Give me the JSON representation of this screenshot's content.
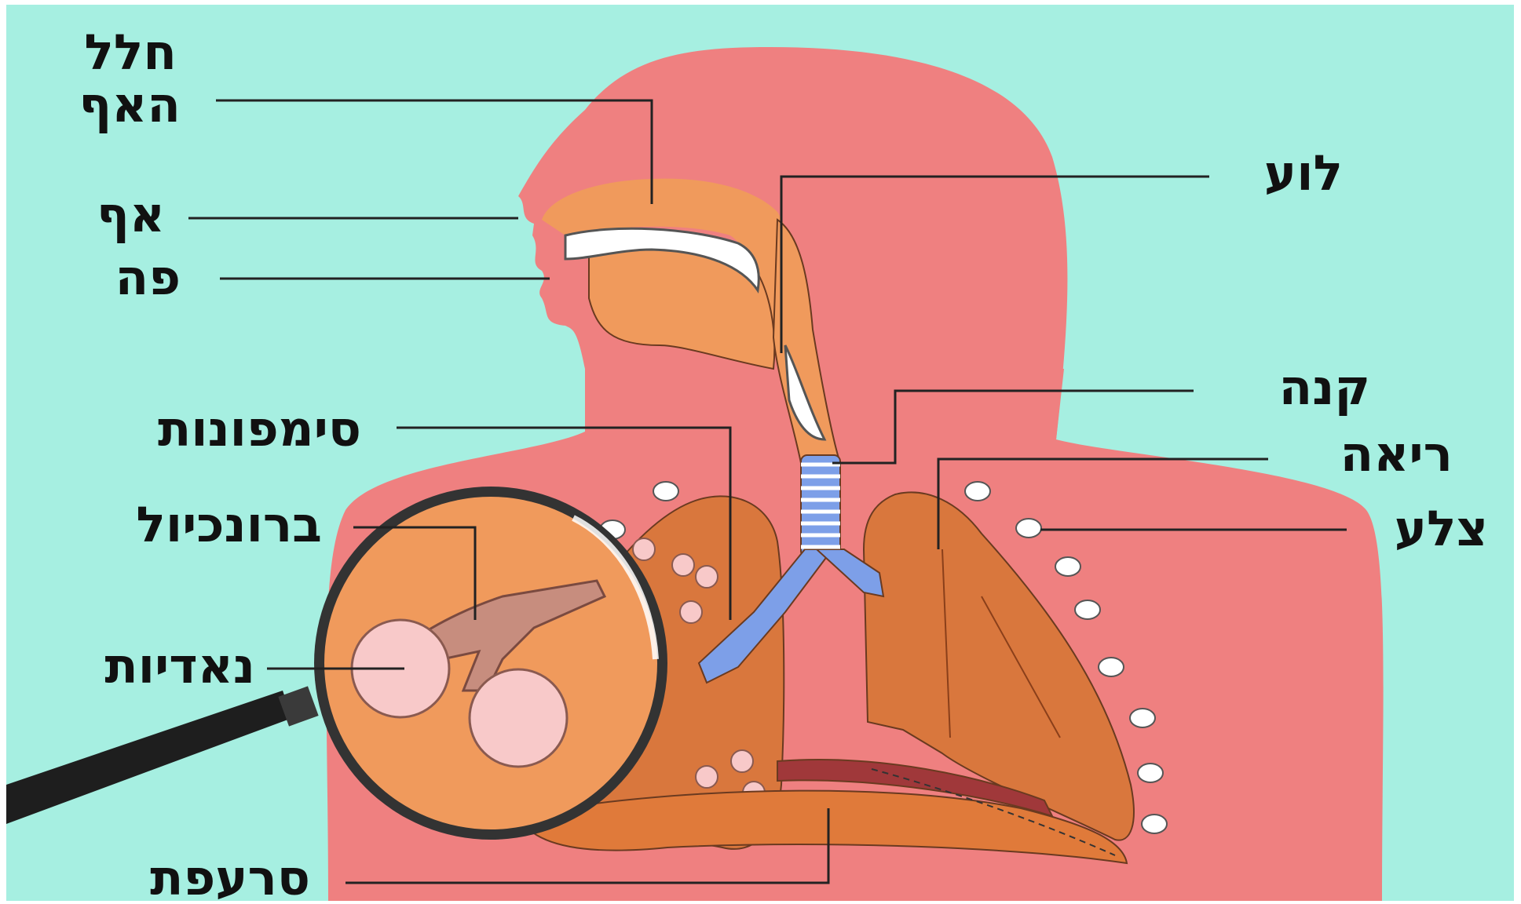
{
  "labels": {
    "nasal_cavity_line1": "חלל",
    "nasal_cavity_line2": "האף",
    "nose": "אף",
    "mouth": "פה",
    "pharynx": "לוע",
    "trachea": "קנה",
    "bronchi": "סימפונות",
    "lung": "ריאה",
    "bronchiole": "ברונכיול",
    "rib": "צלע",
    "alveoli": "נאדיות",
    "diaphragm": "סרעפת"
  },
  "colors": {
    "background": "#a6efe1",
    "body": "#ef8080",
    "airway": "#f09a5c",
    "lung": "#d9773d",
    "lung_dark": "#c4652e",
    "trachea": "#7d9fe8",
    "diaphragm": "#e07a3a",
    "diaphragm_band": "#a0383a",
    "alveoli": "#f8c9c9",
    "magnifier_handle": "#1e1e1e",
    "rib": "#ffffff"
  }
}
